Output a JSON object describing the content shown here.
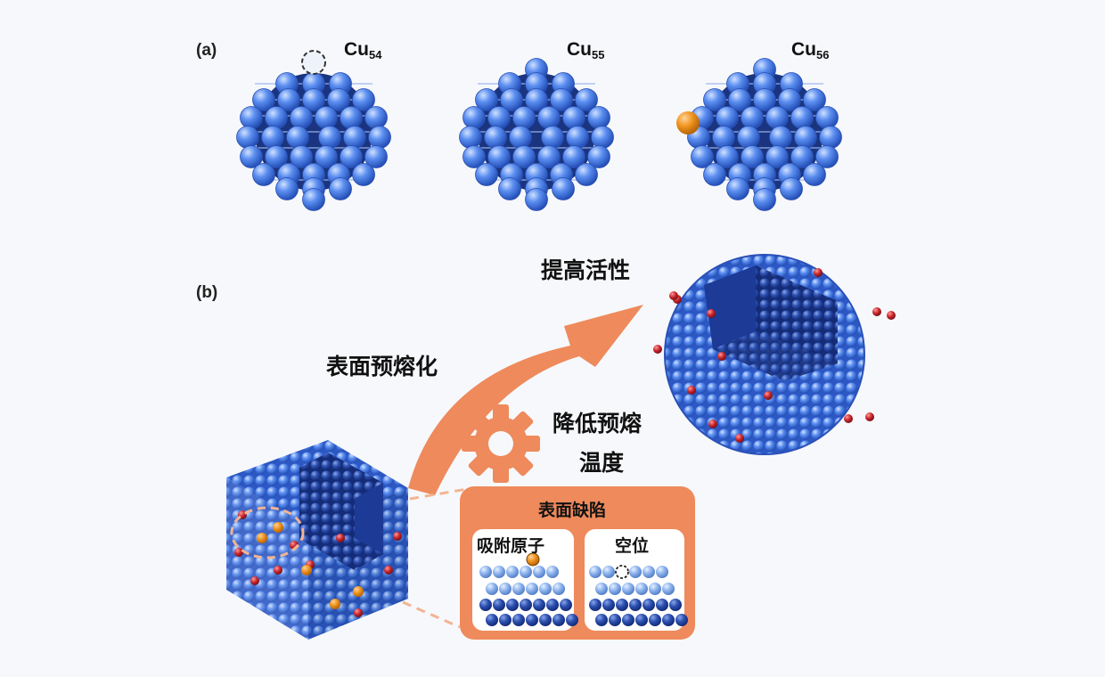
{
  "panel_a": {
    "label": "(a)",
    "clusters": [
      {
        "element": "Cu",
        "count": "54"
      },
      {
        "element": "Cu",
        "count": "55"
      },
      {
        "element": "Cu",
        "count": "56"
      }
    ]
  },
  "panel_b": {
    "label": "(b)",
    "arrow_label": "表面预熔化",
    "activity_label": "提高活性",
    "temp_label_line1": "降低预熔",
    "temp_label_line2": "温度",
    "defects": {
      "title": "表面缺陷",
      "adatom": "吸附原子",
      "vacancy": "空位"
    }
  },
  "colors": {
    "atom": "#4d7fe0",
    "atom_dark": "#1f3f9a",
    "arrow": "#ee8a5c",
    "defect_panel": "#ee8a5c",
    "adatom": "#e8901a",
    "adsorbate": "#c0272d"
  }
}
